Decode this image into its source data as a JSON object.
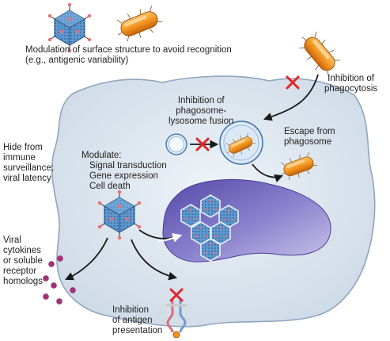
{
  "labels": {
    "modulation_surface": "Modulation of surface structure to avoid recognition\n(e.g., antigenic variability)",
    "inhibition_phagocytosis": "Inhibition of\nphagocytosis",
    "inhibition_fusion": "Inhibition of\nphagosome-\nlysosome fusion",
    "escape_phagosome": "Escape from\nphagosome",
    "hide_immune": "Hide from\nimmune\nsurveillance;\nviral latency",
    "modulate_title": "Modulate:",
    "modulate_items": "Signal transduction\nGene expression\nCell death",
    "viral_cytokines": "Viral\ncytokines\nor soluble\nreceptor\nhomologs",
    "inhibition_antigen": "Inhibition\nof antigen\npresentation"
  },
  "colors": {
    "cell_fill": "#dde6ef",
    "cell_stroke": "#8fa6bd",
    "nucleus": "#6f64b8",
    "bacterium": "#f2931f",
    "virus_capsid": "#4f8ac4",
    "block_mark": "#e0262b",
    "cytokine": "#a8307a",
    "arrow": "#1a1a1a"
  }
}
